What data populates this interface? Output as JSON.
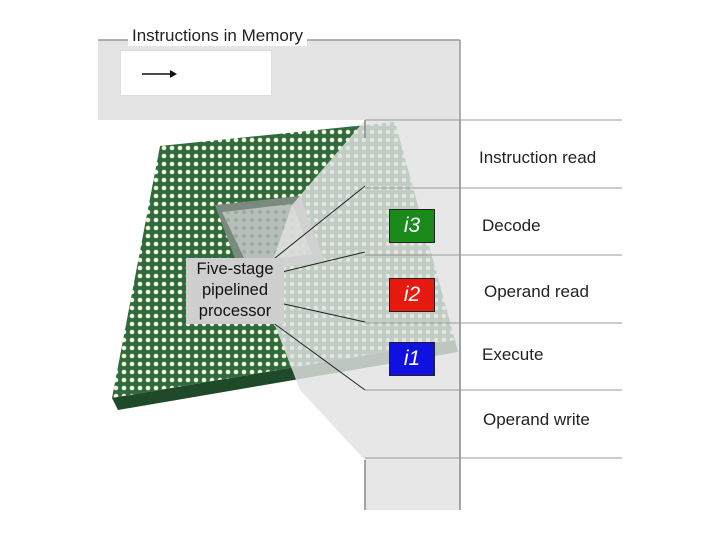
{
  "memory": {
    "title": "Instructions in Memory"
  },
  "callout": {
    "lines": [
      "Five-stage",
      "pipelined",
      "processor"
    ]
  },
  "stages": [
    {
      "label": "Instruction read",
      "instruction": ""
    },
    {
      "label": "Decode",
      "instruction": "i3",
      "color": "#1a8a1a"
    },
    {
      "label": "Operand read",
      "instruction": "i2",
      "color": "#e8190f"
    },
    {
      "label": "Execute",
      "instruction": "i1",
      "color": "#1010e0"
    },
    {
      "label": "Operand write",
      "instruction": ""
    }
  ],
  "colors": {
    "chip_green": "#2f6b3e",
    "panel_gray": "#e2e2e2",
    "pin_color": "#f5f1d6"
  }
}
